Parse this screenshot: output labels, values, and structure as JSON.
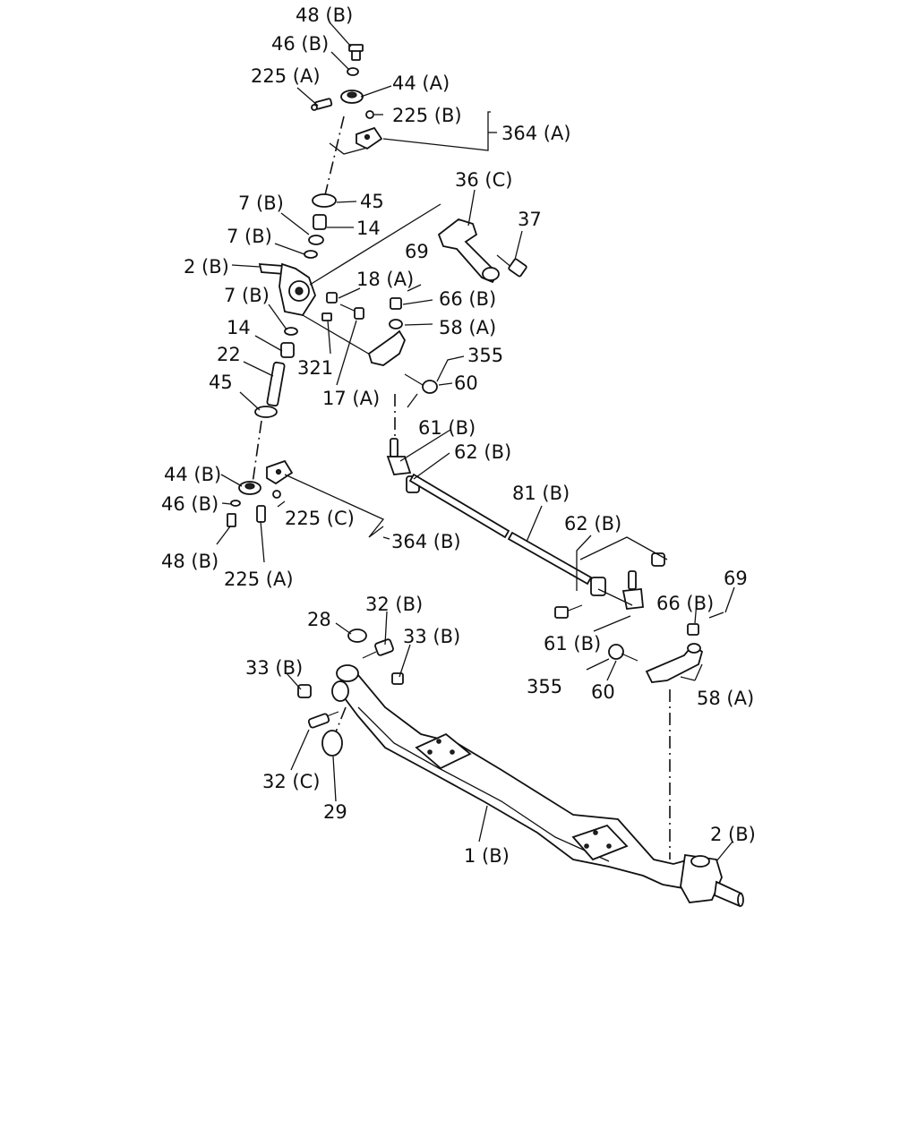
{
  "labels": {
    "p48b_top": "48 (B)",
    "p46b_top": "46 (B)",
    "p225a_top": "225 (A)",
    "p44a": "44 (A)",
    "p225b": "225 (B)",
    "p364a": "364 (A)",
    "p36c": "36 (C)",
    "p37": "37",
    "p45_top": "45",
    "p7b_1": "7 (B)",
    "p14_top": "14",
    "p7b_2": "7 (B)",
    "p69_top": "69",
    "p2b_top": "2 (B)",
    "p18a": "18 (A)",
    "p66b_top": "66 (B)",
    "p7b_3": "7 (B)",
    "p58a_top": "58 (A)",
    "p14_bot": "14",
    "p355_top": "355",
    "p22": "22",
    "p321": "321",
    "p60_top": "60",
    "p45_bot": "45",
    "p17a": "17 (A)",
    "p61b_top": "61 (B)",
    "p62b_top": "62 (B)",
    "p44b": "44 (B)",
    "p46b_bot": "46 (B)",
    "p225c": "225 (C)",
    "p81b": "81 (B)",
    "p364b": "364 (B)",
    "p48b_bot": "48 (B)",
    "p62b_bot": "62 (B)",
    "p225a_bot": "225 (A)",
    "p69_bot": "69",
    "p32b": "32 (B)",
    "p28": "28",
    "p66b_bot": "66 (B)",
    "p33b_right": "33 (B)",
    "p61b_bot": "61 (B)",
    "p33b_left": "33 (B)",
    "p355_bot": "355",
    "p60_bot": "60",
    "p58a_bot": "58 (A)",
    "p32c": "32 (C)",
    "p29": "29",
    "p2b_bot": "2 (B)",
    "p1b": "1 (B)"
  }
}
